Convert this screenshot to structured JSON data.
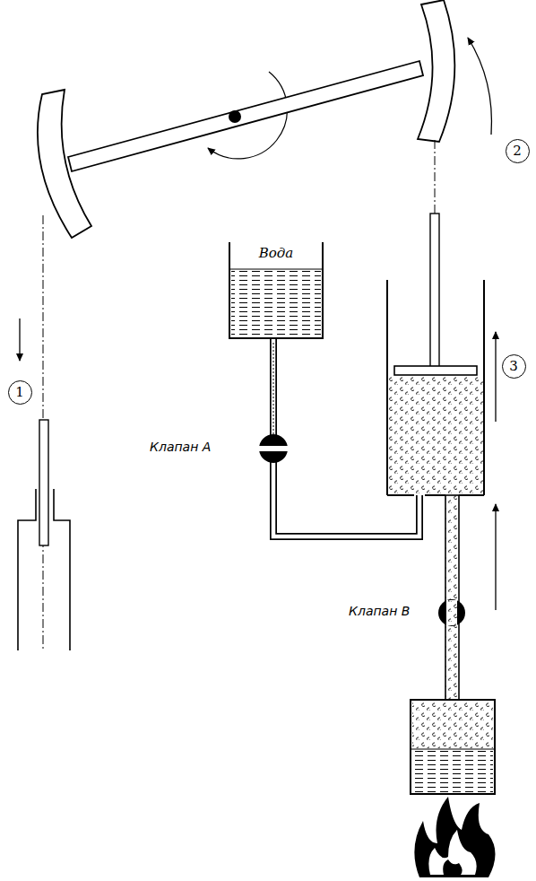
{
  "diagram": {
    "nodes": [
      {
        "text": [
          "2"
        ]
      },
      {
        "text": [
          "Вода"
        ]
      },
      {
        "text": [
          "3"
        ]
      },
      {
        "text": [
          "1"
        ]
      }
    ],
    "labels": [
      "Клапан A",
      "Клапан B"
    ]
  }
}
